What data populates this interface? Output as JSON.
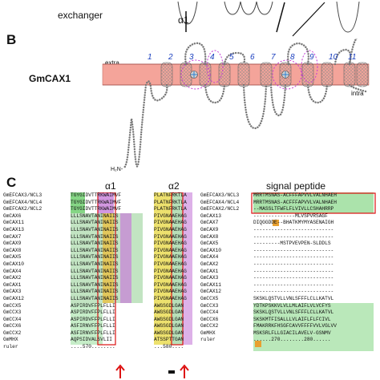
{
  "panel_b": {
    "letter": "B",
    "protein": "GmCAX1",
    "extra": "extra",
    "intra": "intra",
    "n_term": "H₂N-",
    "tm_numbers": [
      "1",
      "2",
      "3",
      "4",
      "5",
      "6",
      "7",
      "8",
      "9",
      "10",
      "11"
    ]
  },
  "panel_top": {
    "text1": "exchanger",
    "text2": "α1"
  },
  "panel_c": {
    "letter": "C",
    "alpha1": "α1",
    "alpha2": "α2",
    "signal": "signal peptide",
    "left_rows": [
      "GmEFCAX3/NCL3",
      "GmEFCAX4/NCL4",
      "GmEFCAX2/NCL2",
      "GmCAX6",
      "GmCAX11",
      "GmCAX13",
      "GmCAX7",
      "GmCAX9",
      "GmCAX8",
      "GmCAX5",
      "GmCAX10",
      "GmCAX4",
      "GmCAX2",
      "GmCAX1",
      "GmCAX3",
      "GmCAX12",
      "GmCCX5",
      "GmCCX3",
      "GmCCX4",
      "GmCCX6",
      "GmCCX2",
      "GmMHX",
      "ruler"
    ],
    "left_seqs": [
      "TGYGIDVTTRKWAIMVF",
      "TGYGIDVTTRKWAIMVF",
      "TGYGIDVTTRKWAIMVF",
      "LLLSNAVTANINAIIS",
      "LLLSNAVTANINAIIS",
      "LLLSNAVTANINAIIS",
      "LLLSNAVTANINAIIS",
      "LLLSNAVTANINAIIS",
      "LLLSNAVTANINAIIS",
      "LLLSNAVTANINAIIS",
      "LLLSNAVTANINAIIS",
      "LLLSNAVTANINAIIS",
      "LLLSNAVTANINAIIS",
      "LLLSNAVTANINAIIS",
      "LLLSNAVTANINAIIS",
      "LLLSNAVTANINAIIS",
      "ASPIRDVFFPLFLLI",
      "ASPIRDVFFPLFLLI",
      "ASPIRDVFFPLFLLI",
      "ASFIRNVFFPLFLLI",
      "ASFIRNVFFPLFLLI",
      "AQPSIDVALSVLII",
      "....570........"
    ],
    "mid_seqs": [
      "PLATNFRKTLA",
      "PLATNFRKTLA",
      "PLATNFRKTLA",
      "PIVGNAAEHAG",
      "PIVGNAAEHAG",
      "PIVGNAAEHAG",
      "PIVGNAAEHAG",
      "PIVGNAAEHAG",
      "PIVGNAAEHAG",
      "PIVGNAAEHAG",
      "PIVGNAAEHAG",
      "PIVGNAAEHAG",
      "PIVGNAAEHAG",
      "PIVGNAAEHAG",
      "PIVGNAAEHAG",
      "PIVGNAAEHAG",
      "AWGSGDLGAN",
      "AWGSGDLGAN",
      "AWGSGDLGAN",
      "AWGSGDLGAN",
      "AWGSGDLGAN",
      "ATSSPTTGAN",
      "...580...."
    ],
    "right_rows": [
      "GmEFCAX3/NCL3",
      "GmEFCAX4/NCL4",
      "GmEFCAX2/NCL2",
      "GmCAX13",
      "GmCAX7",
      "GmCAX9",
      "GmCAX8",
      "GmCAX5",
      "GmCAX10",
      "GmCAX4",
      "GmCAX2",
      "GmCAX1",
      "GmCAX3",
      "GmCAX11",
      "GmCAX12",
      "GmCCX5",
      "GmCCX3",
      "GmCCX4",
      "GmCCX6",
      "GmCCX2",
      "GmMHX",
      "ruler"
    ],
    "right_seqs": [
      "MRRTMSNAS-ACFFFAPVVLVALNHAEH",
      "MRRTMSNAS-ACFFFAPVVLVALNHAEH",
      "--MASSLTFWFLFLVIVLLCSHAHRRP",
      "--------------MLVSPVRSAGF",
      "DIQGGDDE--BHATKMYMYASENAIGH",
      "---------------------------",
      "---------------------------",
      "---------MSTPVEVPEN-SLDDLS",
      "---------------------------",
      "---------------------------",
      "---------------------------",
      "---------------------------",
      "---------------------------",
      "---------------------------",
      "---------------------------",
      "SKSKLQSTVLLVNLSFFFLCLLKATVL",
      "YDTKPSKKVLVLLMLAIFLVLVCFYS",
      "SKSKLQSTVLLVNLSFFFLCLLKATVL",
      "SKSKMTFISALLLVLAIFLFLFCIVL",
      "FMAKRRKFHSGFCAVVFFFFVVLVGLVV",
      "MSKSRLFLLGIACILAVELV-GSNMV",
      "......270........280......"
    ]
  }
}
